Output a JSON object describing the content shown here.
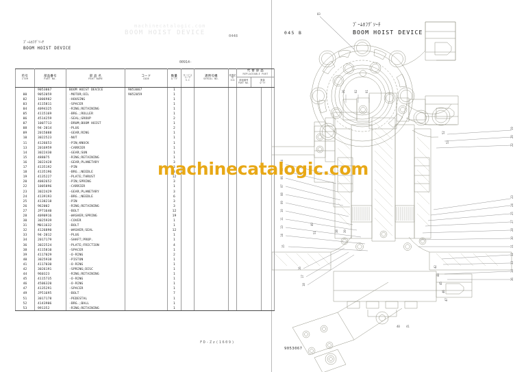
{
  "document": {
    "section_title_jp": "ﾌﾞｰﾑﾎﾌｸﾞｿｰﾁ",
    "section_title_en": "BOOM HOIST DEVICE",
    "folio_no": "0448",
    "form_code_top": "00914-",
    "form_code_bottom": "FD-Zz(1609)",
    "ghost_line1": "machinecatalogic.com",
    "ghost_line2": "BOOM HOIST DEVICE",
    "watermark": "machinecatalogic.com"
  },
  "drawing": {
    "page_no": "045 B",
    "title_jp": "ﾌﾞｰﾑﾎﾌｸﾞｿｰﾁ",
    "title_en": "BOOM HOIST DEVICE",
    "drawing_no": "9053067",
    "callouts": [
      "03",
      "02",
      "01",
      "04",
      "05",
      "06",
      "07",
      "08",
      "09",
      "10",
      "11",
      "13",
      "14",
      "15",
      "16",
      "17",
      "18",
      "19",
      "20",
      "22",
      "23",
      "24",
      "25",
      "26",
      "27",
      "28",
      "30",
      "31",
      "32",
      "33",
      "34",
      "36",
      "38",
      "39",
      "40",
      "41",
      "42",
      "44",
      "45",
      "46",
      "47",
      "49",
      "51",
      "52",
      "53"
    ]
  },
  "table": {
    "headers": [
      {
        "jp": "符号",
        "en": "ITEM",
        "key": "item"
      },
      {
        "jp": "部品番号",
        "en": "PART NO.",
        "key": "part_no"
      },
      {
        "jp": "部 品 名",
        "en": "PART NAME",
        "key": "part_name"
      },
      {
        "jp": "コード",
        "en": "CODE",
        "key": "code"
      },
      {
        "jp": "数量",
        "en": "Q'TY",
        "key": "qty"
      },
      {
        "jp": "サービス コード",
        "en": "S-C",
        "key": "sc"
      },
      {
        "jp": "適用号機",
        "en": "SERIAL NO.",
        "key": "serial_no"
      },
      {
        "jp": "改造記号",
        "en": "ICA",
        "key": "ica"
      }
    ],
    "replaceable_group": {
      "jp": "代 替 部 品",
      "en": "REPLACEABLE PART",
      "sub": [
        {
          "jp": "部品番号",
          "en": "PART NO."
        },
        {
          "jp": "数量",
          "en": "Q'TY"
        }
      ]
    },
    "rows": [
      {
        "item": "",
        "part_no": "9053067",
        "part_name": "BOOM HOIST DEVICE",
        "code": "9053067",
        "qty": "1"
      },
      {
        "item": "00",
        "part_no": "9052059",
        "part_name": "-MOTOR;OIL",
        "code": "9052059",
        "qty": "1"
      },
      {
        "item": "02",
        "part_no": "1006982",
        "part_name": "-HOUSING",
        "code": "",
        "qty": "1"
      },
      {
        "item": "03",
        "part_no": "4115811",
        "part_name": "-SPACER",
        "code": "",
        "qty": "1"
      },
      {
        "item": "04",
        "part_no": "4094325",
        "part_name": "-RING;RETAINING",
        "code": "",
        "qty": "1"
      },
      {
        "item": "05",
        "part_no": "4115169",
        "part_name": "-BRG.;ROLLER",
        "code": "",
        "qty": "1"
      },
      {
        "item": "06",
        "part_no": "4514259",
        "part_name": "-SEAL;GROUP",
        "code": "",
        "qty": "2"
      },
      {
        "item": "07",
        "part_no": "1007713",
        "part_name": "-DRUM;BOOM HOIST",
        "code": "",
        "qty": "1"
      },
      {
        "item": "08",
        "part_no": "94-2014",
        "part_name": "-PLUG",
        "code": "",
        "qty": "2"
      },
      {
        "item": "09",
        "part_no": "2015088",
        "part_name": "-GEAR;RING",
        "code": "",
        "qty": "1"
      },
      {
        "item": "10",
        "part_no": "3022523",
        "part_name": "-NUT",
        "code": "",
        "qty": "1"
      },
      {
        "item": "11",
        "part_no": "4126653",
        "part_name": "-PIN;KNOCK",
        "code": "",
        "qty": "1"
      },
      {
        "item": "13",
        "part_no": "2016959",
        "part_name": "-CARRIER",
        "code": "",
        "qty": "1"
      },
      {
        "item": "14",
        "part_no": "3022430",
        "part_name": "-GEAR;SUN",
        "code": "",
        "qty": "1"
      },
      {
        "item": "15",
        "part_no": "488075",
        "part_name": "-RING;RETAINING",
        "code": "",
        "qty": "1"
      },
      {
        "item": "16",
        "part_no": "3022428",
        "part_name": "-GEAR;PLANETARY",
        "code": "",
        "qty": "3"
      },
      {
        "item": "17",
        "part_no": "4135192",
        "part_name": "-PIN",
        "code": "",
        "qty": "3"
      },
      {
        "item": "18",
        "part_no": "4135196",
        "part_name": "-BRG.;NEEDLE",
        "code": "",
        "qty": "3"
      },
      {
        "item": "19",
        "part_no": "4135227",
        "part_name": "-PLATE;THRUST",
        "code": "",
        "qty": "12"
      },
      {
        "item": "20",
        "part_no": "4082652",
        "part_name": "-PIN;SPRING",
        "code": "",
        "qty": "3"
      },
      {
        "item": "22",
        "part_no": "1005896",
        "part_name": "-CARRIER",
        "code": "",
        "qty": "1"
      },
      {
        "item": "23",
        "part_no": "3022429",
        "part_name": "-GEAR;PLANETARY",
        "code": "",
        "qty": "3"
      },
      {
        "item": "24",
        "part_no": "4139193",
        "part_name": "-BRG.;NEEDLE",
        "code": "",
        "qty": "6"
      },
      {
        "item": "25",
        "part_no": "4138218",
        "part_name": "-PIN",
        "code": "",
        "qty": "3"
      },
      {
        "item": "26",
        "part_no": "962002",
        "part_name": "-RING;RETAINING",
        "code": "",
        "qty": "3"
      },
      {
        "item": "27",
        "part_no": "JP71640",
        "part_name": "-BOLT",
        "code": "",
        "qty": "12"
      },
      {
        "item": "28",
        "part_no": "4090916",
        "part_name": "-WASHER;SPRING",
        "code": "",
        "qty": "19"
      },
      {
        "item": "30",
        "part_no": "3025939",
        "part_name": "-COVER",
        "code": "",
        "qty": "1"
      },
      {
        "item": "31",
        "part_no": "M011632",
        "part_name": "-BOLT",
        "code": "",
        "qty": "1"
      },
      {
        "item": "32",
        "part_no": "4126890",
        "part_name": "-WASHER;SEAL",
        "code": "",
        "qty": "12"
      },
      {
        "item": "33",
        "part_no": "94-2012",
        "part_name": "-PLUG",
        "code": "",
        "qty": "1"
      },
      {
        "item": "34",
        "part_no": "2017179",
        "part_name": "-SHAFT;PROP.",
        "code": "",
        "qty": "1"
      },
      {
        "item": "36",
        "part_no": "3022524",
        "part_name": "-PLATE;FRICTION",
        "code": "",
        "qty": "4"
      },
      {
        "item": "38",
        "part_no": "4115810",
        "part_name": "-SPACER",
        "code": "",
        "qty": "1"
      },
      {
        "item": "39",
        "part_no": "4117029",
        "part_name": "-O-RING",
        "code": "",
        "qty": "2"
      },
      {
        "item": "40",
        "part_no": "3025938",
        "part_name": "-PISTON",
        "code": "",
        "qty": "1"
      },
      {
        "item": "41",
        "part_no": "4117030",
        "part_name": "-O-RING",
        "code": "",
        "qty": "1"
      },
      {
        "item": "42",
        "part_no": "3026191",
        "part_name": "-SPRING;DISC",
        "code": "",
        "qty": "1"
      },
      {
        "item": "44",
        "part_no": "960323",
        "part_name": "-RING;RETAINING",
        "code": "",
        "qty": "1"
      },
      {
        "item": "45",
        "part_no": "4115735",
        "part_name": "-O-RING",
        "code": "",
        "qty": "1"
      },
      {
        "item": "46",
        "part_no": "4506320",
        "part_name": "-O-RING",
        "code": "",
        "qty": "1"
      },
      {
        "item": "47",
        "part_no": "4135291",
        "part_name": "-SPACER",
        "code": "",
        "qty": "1"
      },
      {
        "item": "49",
        "part_no": "JP51695",
        "part_name": "-BOLT",
        "code": "",
        "qty": "7"
      },
      {
        "item": "51",
        "part_no": "3017178",
        "part_name": "-PEDESTAL",
        "code": "",
        "qty": "1"
      },
      {
        "item": "52",
        "part_no": "4143906",
        "part_name": "-BRG.;BALL",
        "code": "",
        "qty": "1"
      },
      {
        "item": "53",
        "part_no": "991352",
        "part_name": "-RING;RETAINING",
        "code": "",
        "qty": "1"
      }
    ]
  },
  "colors": {
    "watermark": "#e8a816",
    "rule": "#4a4a4a",
    "drawing_line": "#8a8a7a"
  }
}
